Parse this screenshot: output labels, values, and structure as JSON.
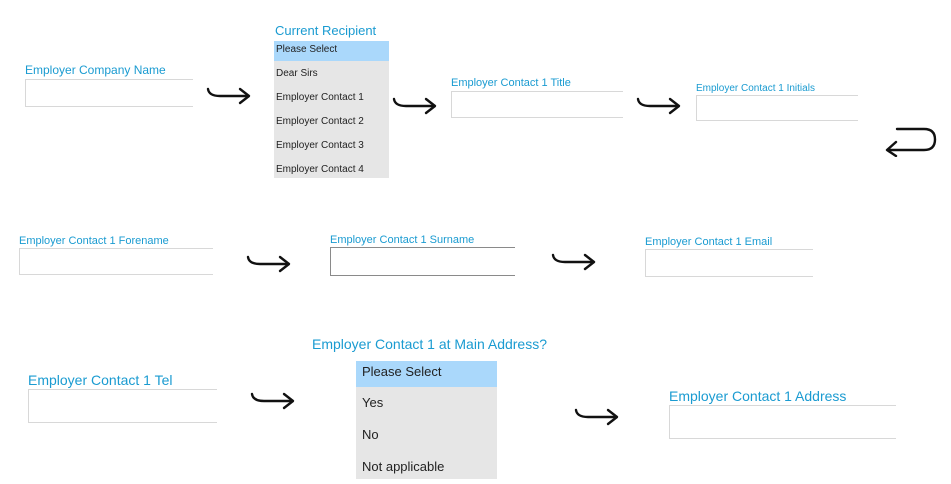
{
  "fields": {
    "company_name": "Employer Company Name",
    "contact_title": "Employer Contact 1 Title",
    "contact_initials": "Employer Contact 1 Initials",
    "contact_forename": "Employer Contact 1 Forename",
    "contact_surname": "Employer Contact 1 Surname",
    "contact_email": "Employer Contact 1 Email",
    "contact_tel": "Employer Contact 1 Tel",
    "contact_address": "Employer Contact 1 Address"
  },
  "recipient": {
    "label": "Current Recipient",
    "options": [
      "Please Select",
      "Dear Sirs",
      "Employer Contact 1",
      "Employer Contact 2",
      "Employer Contact 3",
      "Employer Contact 4"
    ],
    "selected_index": 0
  },
  "main_address": {
    "label": "Employer Contact 1 at Main Address?",
    "options": [
      "Please Select",
      "Yes",
      "No",
      "Not applicable"
    ],
    "selected_index": 0
  },
  "icons": {
    "flow_arrow": "right-hook-arrow-icon",
    "return_arrow": "return-arrow-icon"
  },
  "colors": {
    "label": "#1a9bd1",
    "selected_option": "#aad8fb",
    "list_background": "#e6e6e6"
  }
}
